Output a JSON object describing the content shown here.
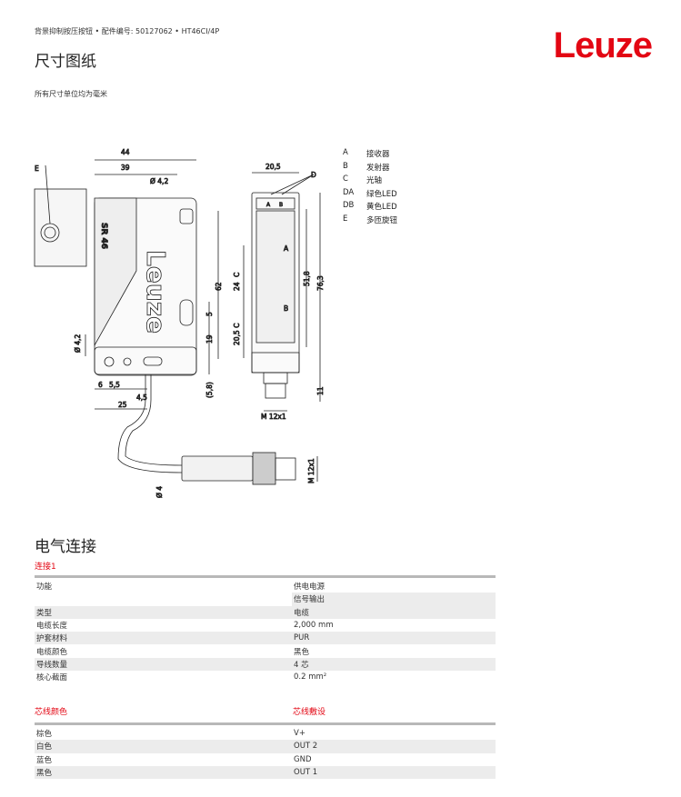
{
  "header": {
    "breadcrumb": "背景抑制按压按钮 • 配件编号: 50127062 • HT46CI/4P",
    "title": "尺寸图纸",
    "unit_note": "所有尺寸单位均为毫米",
    "logo": "Leuze"
  },
  "drawing": {
    "dims": {
      "d44": "44",
      "d39": "39",
      "dia42a": "Ø 4,2",
      "e": "E",
      "d62": "62",
      "d5": "5",
      "d19": "19",
      "dia42b": "Ø 4,2",
      "d6": "6",
      "d55": "5,5",
      "d45": "4,5",
      "d25": "25",
      "d58": "(5,8)",
      "d205": "20,5",
      "dd": "D",
      "a": "A",
      "b": "B",
      "d24": "24",
      "c1": "C",
      "d205c": "20,5 C",
      "d518": "51,8",
      "d763": "76,3",
      "d11": "11",
      "m12a": "M 12x1",
      "dia4": "Ø 4",
      "m12b": "M 12x1",
      "face_a": "A",
      "face_b": "B",
      "model": "SR 46",
      "body_logo": "Leuze"
    },
    "legend": [
      {
        "key": "A",
        "label": "接收器"
      },
      {
        "key": "B",
        "label": "发射器"
      },
      {
        "key": "C",
        "label": "光轴"
      },
      {
        "key": "DA",
        "label": "绿色LED"
      },
      {
        "key": "DB",
        "label": "黄色LED"
      },
      {
        "key": "E",
        "label": "多匝旋钮"
      }
    ]
  },
  "electrical": {
    "title": "电气连接",
    "connection_label": "连接1",
    "rows": [
      {
        "label": "功能",
        "value": "供电电源"
      },
      {
        "label": "",
        "value": "信号输出"
      },
      {
        "label": "类型",
        "value": "电缆"
      },
      {
        "label": "电缆长度",
        "value": "2,000 mm"
      },
      {
        "label": "护套材料",
        "value": "PUR"
      },
      {
        "label": "电缆颜色",
        "value": "黑色"
      },
      {
        "label": "导线数量",
        "value": "4 芯"
      },
      {
        "label": "核心截面",
        "value": "0.2 mm²"
      }
    ],
    "wire_header": {
      "color": "芯线颜色",
      "assignment": "芯线敷设"
    },
    "wires": [
      {
        "color": "棕色",
        "assignment": "V+"
      },
      {
        "color": "白色",
        "assignment": "OUT 2"
      },
      {
        "color": "蓝色",
        "assignment": "GND"
      },
      {
        "color": "黑色",
        "assignment": "OUT 1"
      }
    ]
  },
  "colors": {
    "accent": "#e30613",
    "stripe": "#ececec",
    "rule": "#b8b8b8"
  }
}
